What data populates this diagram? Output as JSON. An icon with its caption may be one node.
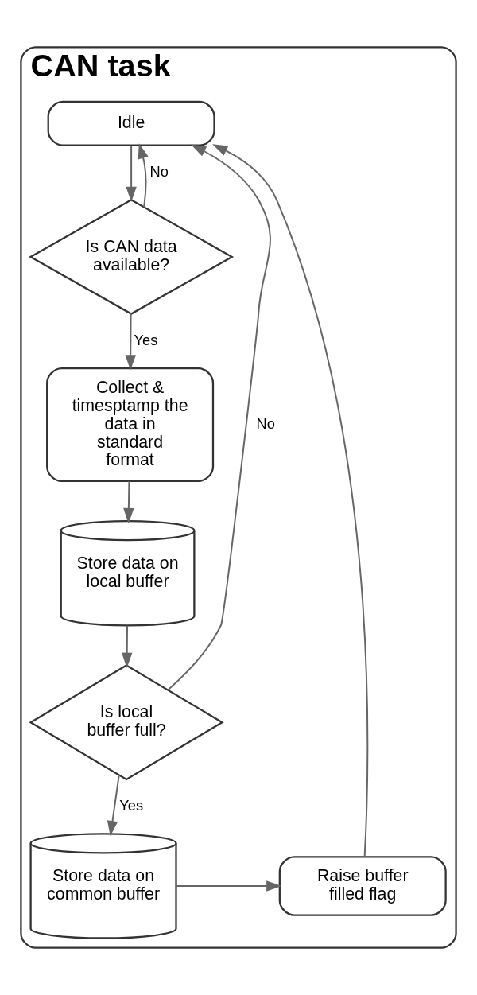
{
  "diagram": {
    "nodes": [
      {
        "text": [
          "CAN task"
        ]
      },
      {
        "text": [
          "Idle"
        ],
        "in": 0
      },
      {
        "text": [
          "Is CAN data available?"
        ],
        "in": 0
      },
      {
        "text": [
          "Collect & timesptamp the data in standard format"
        ],
        "in": 0
      },
      {
        "text": [
          "Store data on local buffer"
        ],
        "in": 0
      },
      {
        "text": [
          "Is local buffer full?"
        ],
        "in": 0
      },
      {
        "text": [
          "Store data on common buffer"
        ],
        "in": 0
      },
      {
        "text": [
          "Raise buffer filled flag"
        ],
        "in": 0
      }
    ],
    "edges": [
      {
        "from": 1,
        "to": 2,
        "arrow": "to"
      },
      {
        "from": 2,
        "to": 3,
        "arrow": "to",
        "label": "Yes"
      },
      {
        "from": 2,
        "to": 1,
        "arrow": "to",
        "label": "No"
      },
      {
        "from": 3,
        "to": 4,
        "arrow": "to"
      },
      {
        "from": 4,
        "to": 5,
        "arrow": "to"
      },
      {
        "from": 5,
        "to": 6,
        "arrow": "to",
        "label": "Yes"
      },
      {
        "from": 5,
        "to": 1,
        "arrow": "to",
        "label": "No"
      },
      {
        "from": 6,
        "to": 7,
        "arrow": "to"
      },
      {
        "from": 7,
        "to": 1,
        "arrow": "to"
      }
    ]
  }
}
